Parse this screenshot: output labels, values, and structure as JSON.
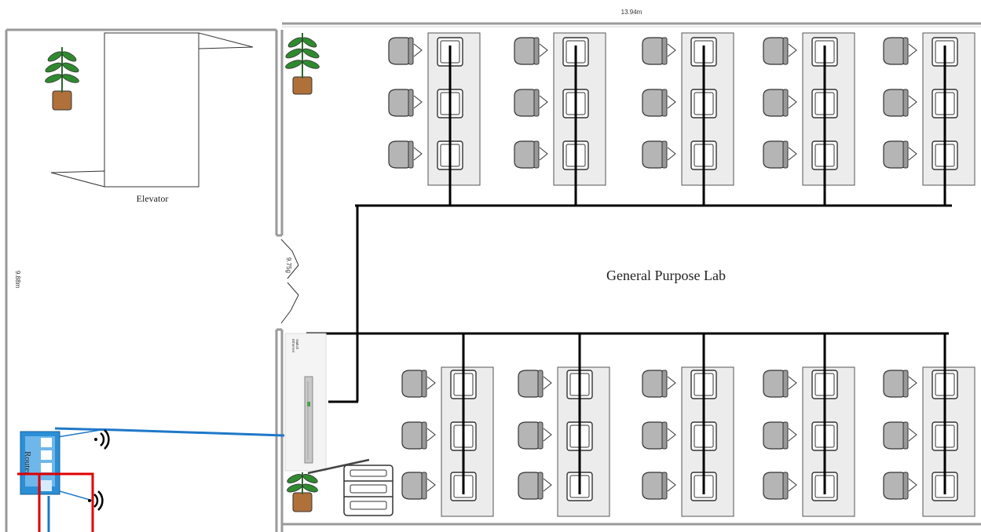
{
  "floor_plan": {
    "dimension_top": "13.94m",
    "dimension_left": "9.88m",
    "door_label": "9.75g",
    "elevator_label": "Elevator",
    "room_label": "General Purpose Lab",
    "switch_label_line1": "Ethernet",
    "switch_label_line2": "Switch",
    "router_label": "Router"
  },
  "colors": {
    "wall": "#9a9a9a",
    "cable_ethernet": "#000000",
    "cable_wifi_link": "#1f78c8",
    "power_line": "#e00000",
    "router_blue": "#2b8fd6",
    "chair_fill": "#b5b5b5",
    "desk_fill": "#ececec",
    "plant_leaf": "#2f8a2f",
    "plant_pot": "#b0703a"
  },
  "layout_summary": {
    "top_clusters": 5,
    "bottom_clusters": 5,
    "workstations_per_cluster": 3
  }
}
